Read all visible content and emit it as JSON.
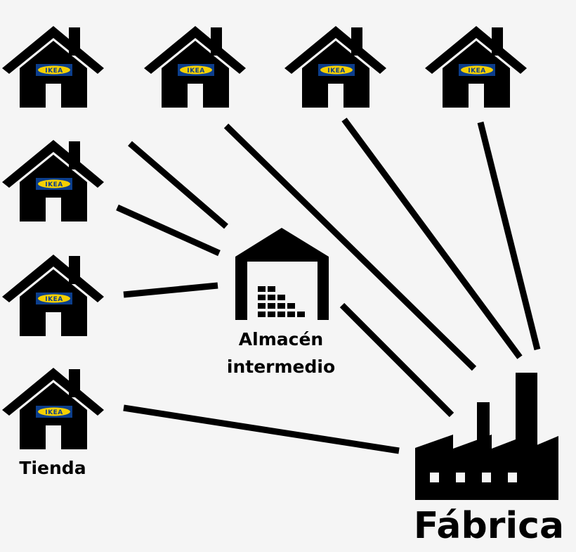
{
  "labels": {
    "warehouse_line1": "Almacén",
    "warehouse_line2": "intermedio",
    "store": "Tienda",
    "factory": "Fábrica",
    "store_logo": "IKEA"
  },
  "colors": {
    "background": "#f5f5f5",
    "ink": "#000000",
    "logo_blue": "#0c3e8c",
    "logo_yellow": "#f5d000"
  },
  "icons": {
    "store": "house-icon",
    "warehouse": "warehouse-icon",
    "factory": "factory-icon"
  }
}
